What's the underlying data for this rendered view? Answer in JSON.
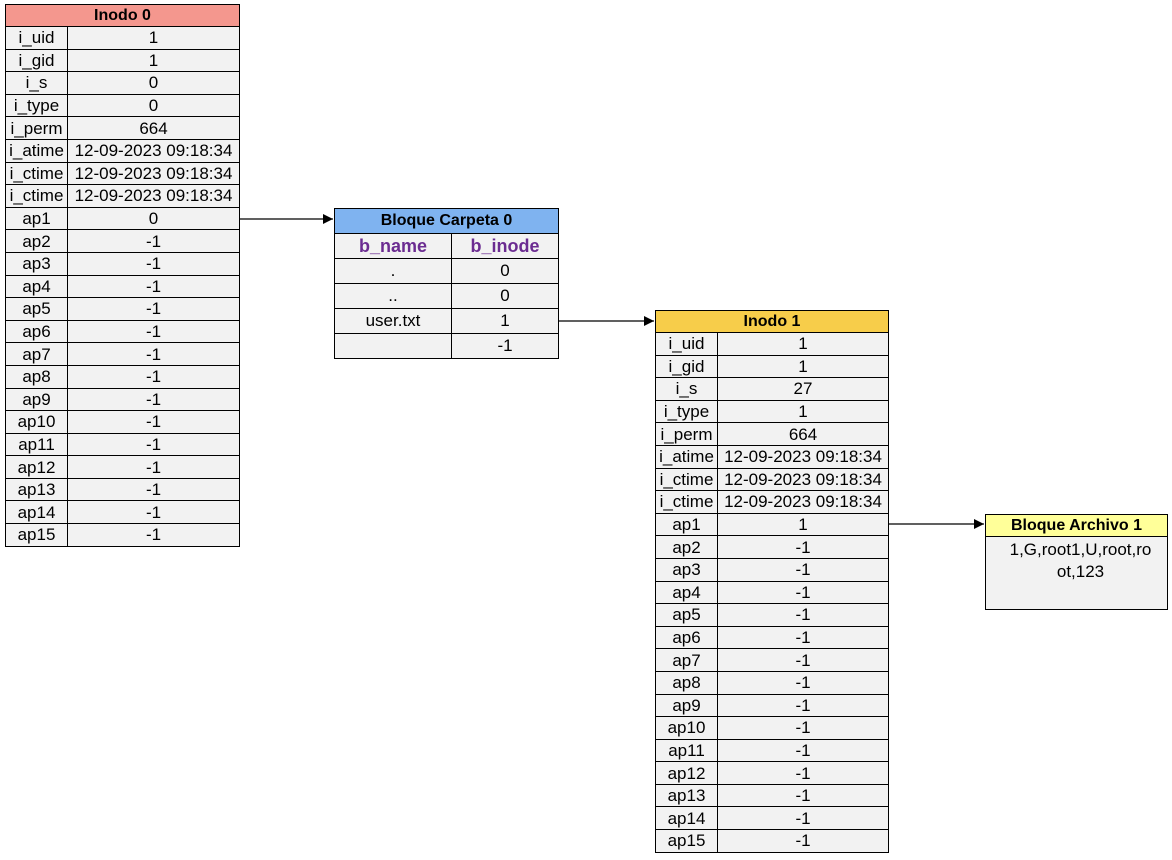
{
  "inode0": {
    "title": "Inodo 0",
    "rows": [
      [
        "i_uid",
        "1"
      ],
      [
        "i_gid",
        "1"
      ],
      [
        "i_s",
        "0"
      ],
      [
        "i_type",
        "0"
      ],
      [
        "i_perm",
        "664"
      ],
      [
        "i_atime",
        "12-09-2023 09:18:34"
      ],
      [
        "i_ctime",
        "12-09-2023 09:18:34"
      ],
      [
        "i_ctime",
        "12-09-2023 09:18:34"
      ],
      [
        "ap1",
        "0"
      ],
      [
        "ap2",
        "-1"
      ],
      [
        "ap3",
        "-1"
      ],
      [
        "ap4",
        "-1"
      ],
      [
        "ap5",
        "-1"
      ],
      [
        "ap6",
        "-1"
      ],
      [
        "ap7",
        "-1"
      ],
      [
        "ap8",
        "-1"
      ],
      [
        "ap9",
        "-1"
      ],
      [
        "ap10",
        "-1"
      ],
      [
        "ap11",
        "-1"
      ],
      [
        "ap12",
        "-1"
      ],
      [
        "ap13",
        "-1"
      ],
      [
        "ap14",
        "-1"
      ],
      [
        "ap15",
        "-1"
      ]
    ]
  },
  "carpeta0": {
    "title": "Bloque Carpeta 0",
    "columns": [
      "b_name",
      "b_inode"
    ],
    "rows": [
      [
        ".",
        "0"
      ],
      [
        "..",
        "0"
      ],
      [
        "user.txt",
        "1"
      ],
      [
        "",
        "-1"
      ]
    ]
  },
  "inode1": {
    "title": "Inodo 1",
    "rows": [
      [
        "i_uid",
        "1"
      ],
      [
        "i_gid",
        "1"
      ],
      [
        "i_s",
        "27"
      ],
      [
        "i_type",
        "1"
      ],
      [
        "i_perm",
        "664"
      ],
      [
        "i_atime",
        "12-09-2023 09:18:34"
      ],
      [
        "i_ctime",
        "12-09-2023 09:18:34"
      ],
      [
        "i_ctime",
        "12-09-2023 09:18:34"
      ],
      [
        "ap1",
        "1"
      ],
      [
        "ap2",
        "-1"
      ],
      [
        "ap3",
        "-1"
      ],
      [
        "ap4",
        "-1"
      ],
      [
        "ap5",
        "-1"
      ],
      [
        "ap6",
        "-1"
      ],
      [
        "ap7",
        "-1"
      ],
      [
        "ap8",
        "-1"
      ],
      [
        "ap9",
        "-1"
      ],
      [
        "ap10",
        "-1"
      ],
      [
        "ap11",
        "-1"
      ],
      [
        "ap12",
        "-1"
      ],
      [
        "ap13",
        "-1"
      ],
      [
        "ap14",
        "-1"
      ],
      [
        "ap15",
        "-1"
      ]
    ]
  },
  "archivo1": {
    "title": "Bloque Archivo 1",
    "content": "1,G,root1,U,root,root,123"
  }
}
